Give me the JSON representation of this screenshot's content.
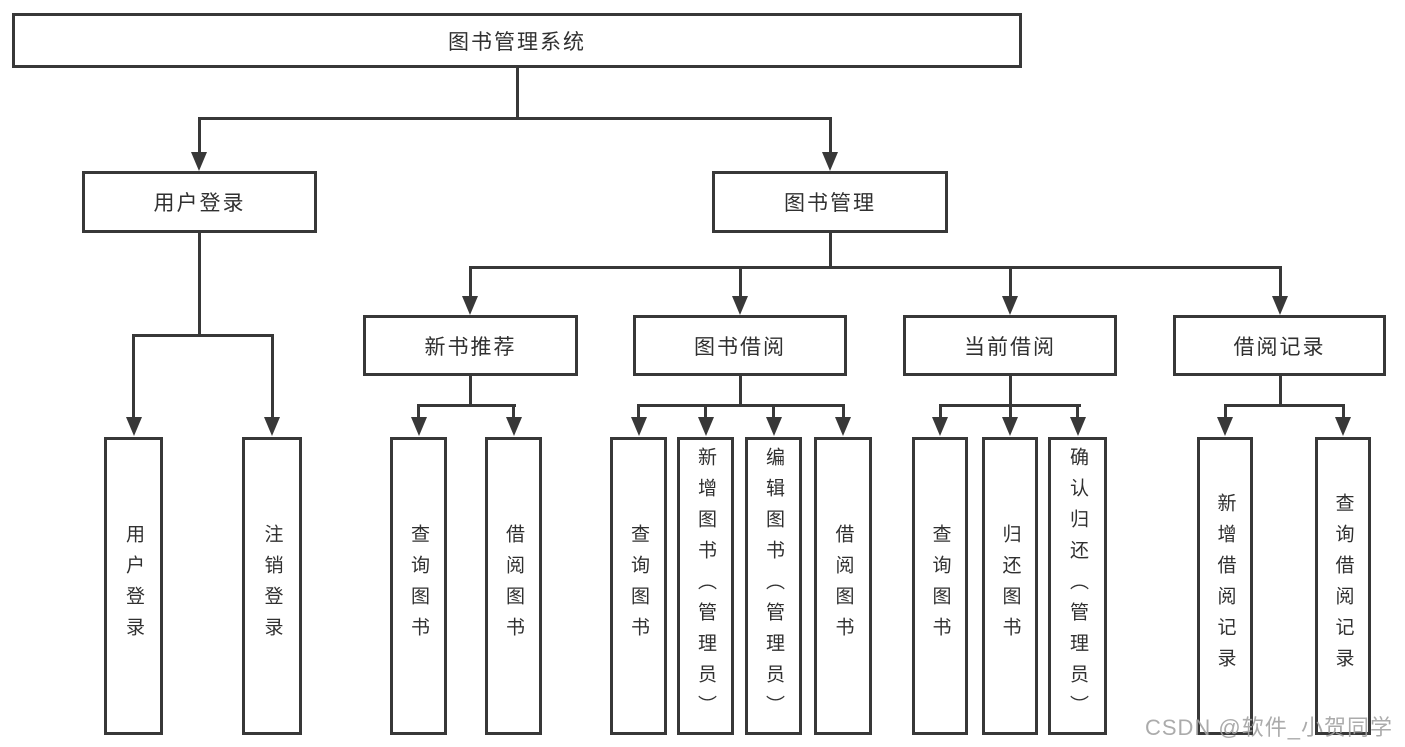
{
  "diagram": {
    "root": {
      "label": "图书管理系统"
    },
    "level2": {
      "user_login": {
        "label": "用户登录"
      },
      "book_mgmt": {
        "label": "图书管理"
      }
    },
    "level3": {
      "new_book": {
        "label": "新书推荐"
      },
      "book_borrow": {
        "label": "图书借阅"
      },
      "current_borrow": {
        "label": "当前借阅"
      },
      "borrow_records": {
        "label": "借阅记录"
      }
    },
    "leaves": {
      "login": [
        "用户登录",
        "注销登录"
      ],
      "new_book": [
        "查询图书",
        "借阅图书"
      ],
      "book_borrow": [
        "查询图书",
        "新增图书（管理员）",
        "编辑图书（管理员）",
        "借阅图书"
      ],
      "current_borrow": [
        "查询图书",
        "归还图书",
        "确认归还（管理员）"
      ],
      "borrow_records": [
        "新增借阅记录",
        "查询借阅记录"
      ]
    }
  },
  "watermark": {
    "text": "CSDN @软件_小贺同学"
  },
  "colors": {
    "line": "#383838",
    "box_border": "#383838",
    "text": "#303030",
    "watermark": "#a3a3a3",
    "background": "#ffffff"
  }
}
